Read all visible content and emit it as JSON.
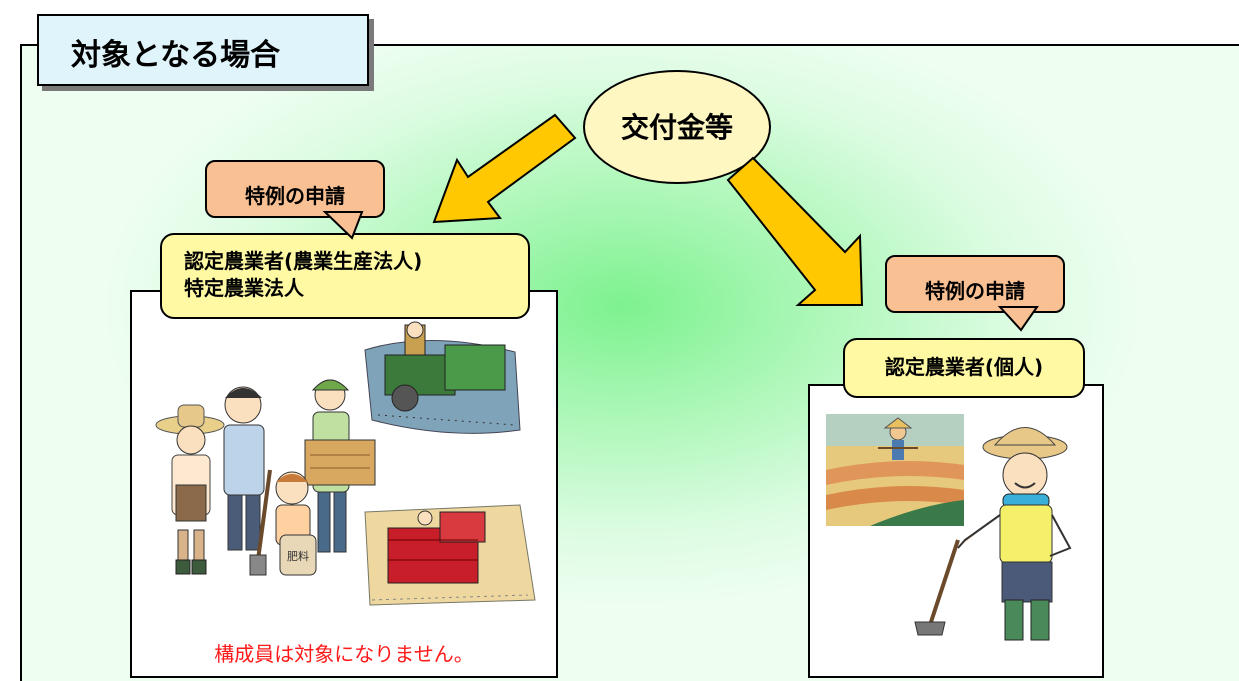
{
  "title": "対象となる場合",
  "source": "交付金等",
  "left": {
    "callout": "特例の申請",
    "box_lines": [
      "認定農業者(農業生産法人)",
      "特定農業法人"
    ],
    "notice": "構成員は対象になりません。"
  },
  "right": {
    "callout": "特例の申請",
    "box": "認定農業者(個人)"
  },
  "colors": {
    "background": "#7df28f",
    "arrow": "#ffc800",
    "callout": "#f9c093",
    "label_box": "#fff9a3",
    "ellipse": "#fff7c2",
    "notice": "#ff1a1a",
    "title_tab": "#dff4fb"
  },
  "illustrations": [
    "farmers-group-image",
    "rice-planter-image",
    "harvester-image",
    "scarecrow-field-image",
    "farmer-with-hoe-image"
  ]
}
